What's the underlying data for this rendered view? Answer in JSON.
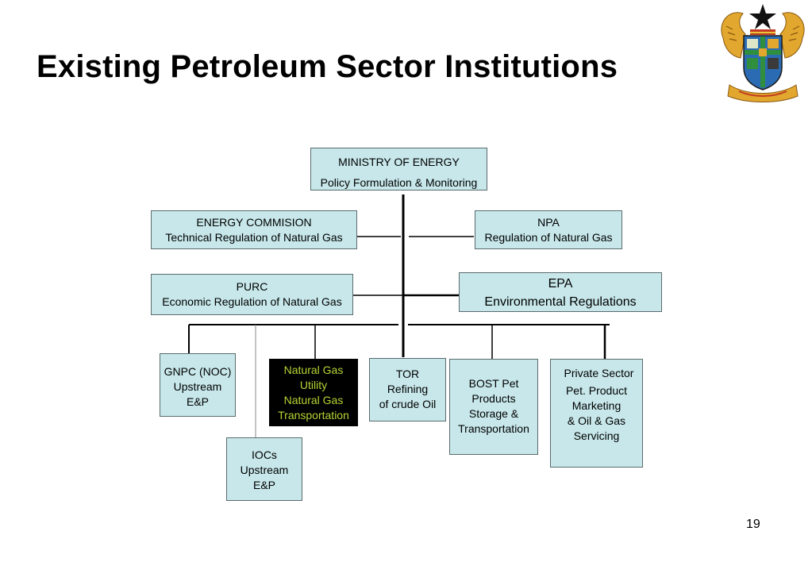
{
  "slide": {
    "title": "Existing Petroleum Sector Institutions",
    "number": "19"
  },
  "boxes": {
    "ministry": {
      "name": "MINISTRY OF ENERGY",
      "role": "Policy Formulation & Monitoring"
    },
    "energy_commission": {
      "name": "ENERGY COMMISION",
      "role": "Technical Regulation of Natural Gas"
    },
    "npa": {
      "name": "NPA",
      "role": "Regulation of Natural Gas"
    },
    "purc": {
      "name": "PURC",
      "role": "Economic Regulation of Natural Gas"
    },
    "epa": {
      "name": "EPA",
      "role": "Environmental Regulations"
    },
    "gnpc": {
      "lines": [
        "GNPC (NOC)",
        "Upstream",
        "E&P"
      ]
    },
    "natural_gas": {
      "lines": [
        "Natural Gas",
        "Utility",
        "Natural Gas",
        "Transportation"
      ]
    },
    "tor": {
      "lines": [
        "TOR",
        "Refining",
        "of crude Oil"
      ]
    },
    "bost": {
      "lines": [
        "BOST Pet",
        "Products",
        "Storage &",
        "Transportation"
      ]
    },
    "private_sector": {
      "lines": [
        "Private Sector",
        "Pet. Product",
        "Marketing",
        "& Oil & Gas",
        "Servicing"
      ]
    },
    "iocs": {
      "lines": [
        "IOCs",
        "Upstream",
        "E&P"
      ]
    }
  },
  "colors": {
    "box_fill": "#c7e7ea",
    "box_border": "#5a6b6e",
    "dark_box_fill": "#000000",
    "dark_box_text": "#b5d334",
    "connector": "#000000"
  },
  "icons": {
    "emblem": "coat-of-arms-emblem"
  }
}
